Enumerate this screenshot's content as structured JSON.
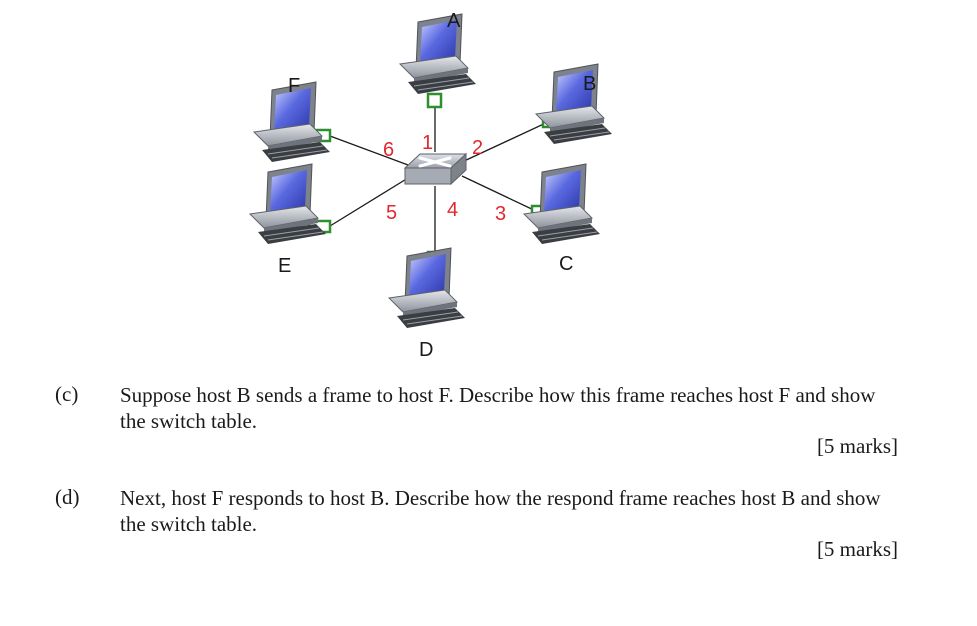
{
  "diagram": {
    "hosts": [
      {
        "id": "A",
        "label": "A"
      },
      {
        "id": "B",
        "label": "B"
      },
      {
        "id": "C",
        "label": "C"
      },
      {
        "id": "D",
        "label": "D"
      },
      {
        "id": "E",
        "label": "E"
      },
      {
        "id": "F",
        "label": "F"
      }
    ],
    "ports": [
      {
        "id": "1",
        "label": "1",
        "host": "A"
      },
      {
        "id": "2",
        "label": "2",
        "host": "B"
      },
      {
        "id": "3",
        "label": "3",
        "host": "C"
      },
      {
        "id": "4",
        "label": "4",
        "host": "D"
      },
      {
        "id": "5",
        "label": "5",
        "host": "E"
      },
      {
        "id": "6",
        "label": "6",
        "host": "F"
      }
    ],
    "colors": {
      "port_label": "#e0282e",
      "adapter": "#2f8f2f",
      "monitor_screen": "#4a59d6",
      "switch_body": "#b9bcc4"
    }
  },
  "questions": [
    {
      "part": "(c)",
      "text": "Suppose host B sends a frame to host F. Describe how this frame reaches host F and show the switch table.",
      "marks": "[5 marks]"
    },
    {
      "part": "(d)",
      "text": "Next, host F responds to host B. Describe how the respond frame reaches host B and show the switch table.",
      "marks": "[5 marks]"
    }
  ]
}
